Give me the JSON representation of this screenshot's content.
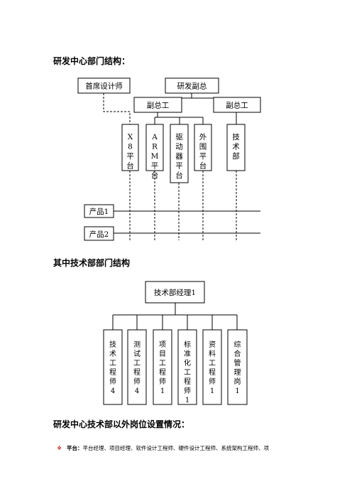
{
  "headings": {
    "org_structure": "研发中心部门结构：",
    "tech_structure": "其中技术部部门结构",
    "positions": "研发中心技术部以外岗位设置情况："
  },
  "org_chart": {
    "chief_designer": "首席设计师",
    "rd_vp": "研发副总",
    "deputy_chief_engineer_1": "副总工",
    "deputy_chief_engineer_2": "副总工",
    "departments": [
      [
        "X",
        "8",
        "平",
        "台"
      ],
      [
        "A",
        "R",
        "M",
        "平",
        "台"
      ],
      [
        "驱",
        "动",
        "器",
        "平",
        "台"
      ],
      [
        "外",
        "围",
        "平",
        "台"
      ],
      [
        "技",
        "术",
        "部"
      ]
    ],
    "products": [
      "产品1",
      "产品2"
    ]
  },
  "tech_chart": {
    "manager": "技术部经理1",
    "roles": [
      [
        "技",
        "术",
        "工",
        "程",
        "师",
        "4"
      ],
      [
        "测",
        "试",
        "工",
        "程",
        "师",
        "4"
      ],
      [
        "项",
        "目",
        "工",
        "程",
        "师",
        "1"
      ],
      [
        "标",
        "准",
        "化",
        "工",
        "程",
        "师",
        "1"
      ],
      [
        "资",
        "料",
        "工",
        "程",
        "师",
        "1"
      ],
      [
        "综",
        "合",
        "管",
        "理",
        "岗",
        "1"
      ]
    ]
  },
  "bullet": {
    "icon": "diamond-bullet-icon",
    "label": "平台：",
    "text": "平台经理、项目经理、软件设计工程师、硬件设计工程师、系统架构工程师、项"
  }
}
